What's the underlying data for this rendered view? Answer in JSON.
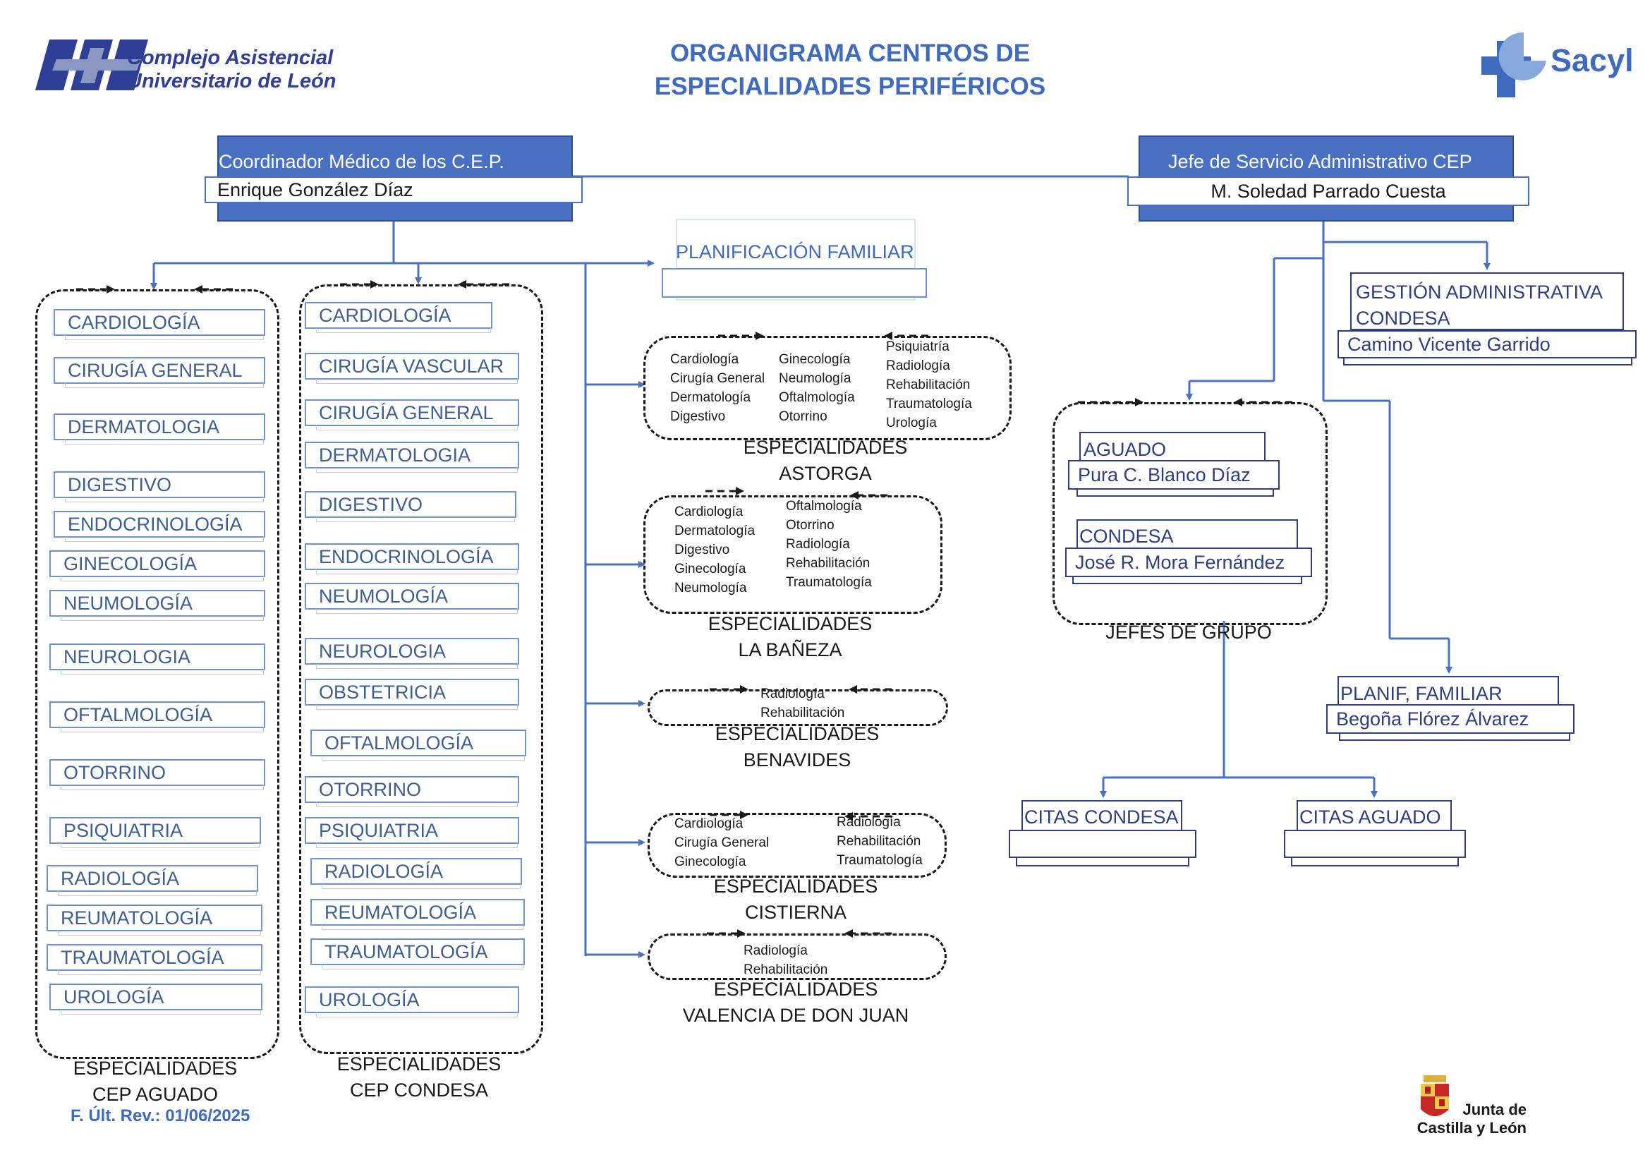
{
  "header": {
    "title_line1": "ORGANIGRAMA CENTROS DE",
    "title_line2": "ESPECIALIDADES PERIFÉRICOS"
  },
  "logos": {
    "complejo_line1": "Complejo Asistencial",
    "complejo_line2": "Universitario de León",
    "sacyl": "Sacyl",
    "junta_line1": "Junta de",
    "junta_line2": "Castilla y León"
  },
  "revision": "F. Últ. Rev.: 01/06/2025",
  "coordinator": {
    "role": "Coordinador Médico de los C.E.P.",
    "name": "Enrique González Díaz"
  },
  "admin_head": {
    "role": "Jefe de Servicio Administrativo CEP",
    "name": "M. Soledad Parrado Cuesta"
  },
  "planificacion_familiar": "PLANIFICACIÓN FAMILIAR",
  "aguado": {
    "caption_line1": "ESPECIALIDADES",
    "caption_line2": "CEP AGUADO",
    "items": [
      "CARDIOLOGÍA",
      "CIRUGÍA GENERAL",
      "DERMATOLOGIA",
      "DIGESTIVO",
      "ENDOCRINOLOGÍA",
      "GINECOLOGÍA",
      "NEUMOLOGÍA",
      "NEUROLOGIA",
      "OFTALMOLOGÍA",
      "OTORRINO",
      "PSIQUIATRIA",
      "RADIOLOGÍA",
      "REUMATOLOGÍA",
      "TRAUMATOLOGÍA",
      "UROLOGÍA"
    ]
  },
  "condesa": {
    "caption_line1": "ESPECIALIDADES",
    "caption_line2": "CEP CONDESA",
    "items": [
      "CARDIOLOGÍA",
      "CIRUGÍA VASCULAR",
      "CIRUGÍA GENERAL",
      "DERMATOLOGIA",
      "DIGESTIVO",
      "ENDOCRINOLOGÍA",
      "NEUMOLOGÍA",
      "NEUROLOGIA",
      "OBSTETRICIA",
      "OFTALMOLOGÍA",
      "OTORRINO",
      "PSIQUIATRIA",
      "RADIOLOGÍA",
      "REUMATOLOGÍA",
      "TRAUMATOLOGÍA",
      "UROLOGÍA"
    ]
  },
  "astorga": {
    "caption_line1": "ESPECIALIDADES",
    "caption_line2": "ASTORGA",
    "col1": "Cardiología\nCirugía General\nDermatología\nDigestivo",
    "col2": "Ginecología\nNeumología\nOftalmología\nOtorrino",
    "col3": "Psiquiatría\nRadiología\nRehabilitación\nTraumatología\nUrología"
  },
  "banezza": {
    "caption_line1": "ESPECIALIDADES",
    "caption_line2": "LA BAÑEZA",
    "col1": "Cardiología\nDermatología\nDigestivo\nGinecología\nNeumología",
    "col2": "Oftalmología\nOtorrino\nRadiología\nRehabilitación\nTraumatología"
  },
  "benavides": {
    "caption_line1": "ESPECIALIDADES",
    "caption_line2": "BENAVIDES",
    "col1": "Radiología\nRehabilitación"
  },
  "cistierna": {
    "caption_line1": "ESPECIALIDADES",
    "caption_line2": "CISTIERNA",
    "col1": "Cardiología\nCirugía General\nGinecología",
    "col2": "Radiología\nRehabilitación\nTraumatología"
  },
  "valencia": {
    "caption_line1": "ESPECIALIDADES",
    "caption_line2": "VALENCIA DE DON JUAN",
    "col1": "Radiología\nRehabilitación"
  },
  "gestion": {
    "title_line1": "GESTIÓN ADMINISTRATIVA",
    "title_line2": "CONDESA",
    "name": "Camino Vicente Garrido"
  },
  "jefes": {
    "caption": "JEFES DE GRUPO",
    "aguado_title": "AGUADO",
    "aguado_name": "Pura C. Blanco Díaz",
    "condesa_title": "CONDESA",
    "condesa_name": "José R. Mora Fernández"
  },
  "planif": {
    "title": "PLANIF, FAMILIAR",
    "name": "Begoña Flórez Álvarez"
  },
  "citas": {
    "condesa": "CITAS CONDESA",
    "aguado": "CITAS AGUADO"
  },
  "colors": {
    "accent": "#4a71c1",
    "title": "#3e6bbd",
    "dark_blue": "#2d3f7f",
    "spec_text": "#3e5f92"
  }
}
